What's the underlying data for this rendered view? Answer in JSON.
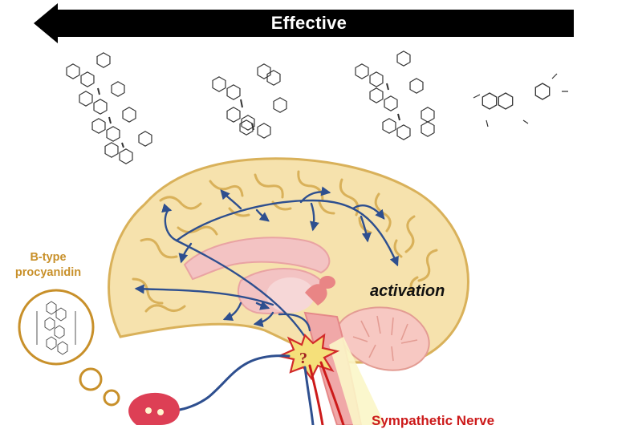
{
  "header_arrow": {
    "label": "Effective"
  },
  "compound": {
    "label_line1": "B-type",
    "label_line2": "procyanidin"
  },
  "brain": {
    "activation_label": "activation",
    "unknown_mark": "?"
  },
  "nerve": {
    "label": "Sympathetic Nerve"
  },
  "colors": {
    "arrow": "#000000",
    "brain_fill": "#f6e2ad",
    "brain_outline": "#d9b15a",
    "inner_pink": "#f3c3c3",
    "inner_red": "#e98585",
    "cerebellum": "#f7c8c2",
    "pathway_arrows": "#2e4f8f",
    "burst_fill": "#f5e07a",
    "burst_outline": "#d22a2a",
    "compound_label": "#c8902a",
    "nerve_red": "#cc1a1a",
    "gut_red": "#dd3f55"
  },
  "molecules": [
    "tetramer",
    "trimer",
    "trimer-branched",
    "monomer"
  ]
}
